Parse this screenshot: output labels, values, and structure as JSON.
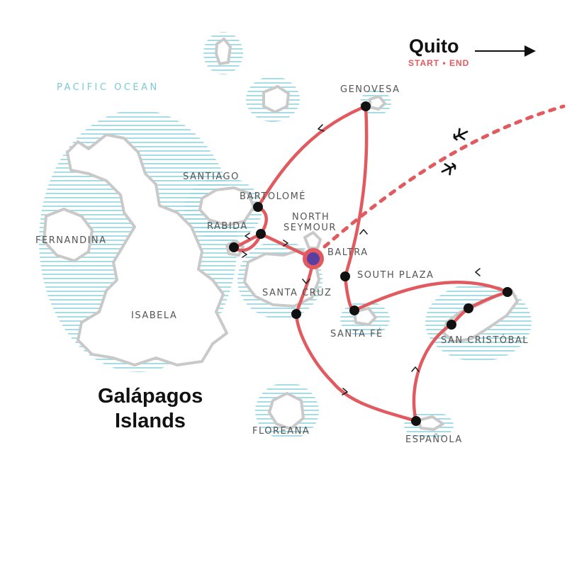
{
  "title_line1": "Galápagos",
  "title_line2": "Islands",
  "ocean_label": "PACIFIC OCEAN",
  "gateway": {
    "city": "Quito",
    "tag": "START • END",
    "arrow_icon": "arrow-right-icon"
  },
  "islands": {
    "isabela": "ISABELA",
    "fernandina": "FERNANDINA",
    "santiago": "SANTIAGO",
    "bartolome": "BARTOLOMÉ",
    "rabida": "RABIDA",
    "north_seymour_1": "NORTH",
    "north_seymour_2": "SEYMOUR",
    "baltra": "BALTRA",
    "santa_cruz": "SANTA CRUZ",
    "south_plaza": "SOUTH PLAZA",
    "santa_fe": "SANTA FÉ",
    "san_cristobal": "SAN CRISTÓBAL",
    "espanola": "ESPAÑOLA",
    "floreana": "FLOREANA",
    "genovesa": "GENOVESA"
  },
  "colors": {
    "route": "#e05a5f",
    "water_hatch": "#8fd3dd",
    "island_outline": "#c9c9c9",
    "start_dot": "#5b3fa0",
    "stop_dot": "#111111"
  },
  "icons": [
    "airplane-icon",
    "airplane-icon",
    "chevron-icon"
  ]
}
